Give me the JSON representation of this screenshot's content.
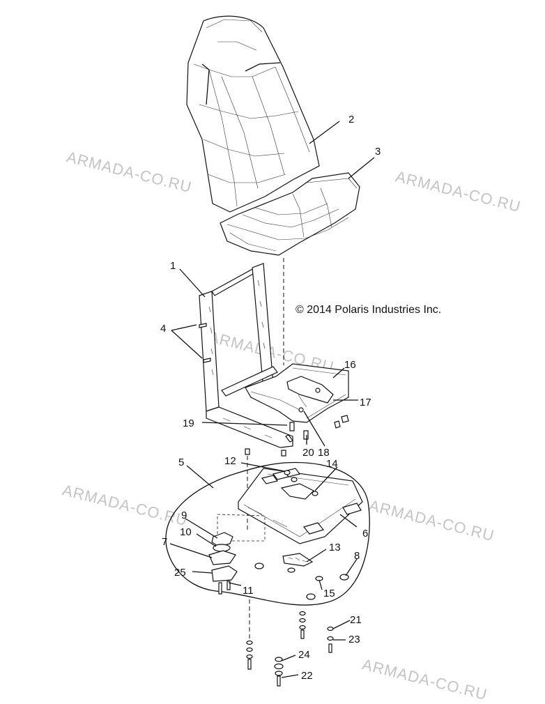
{
  "copyright": "© 2014 Polaris Industries Inc.",
  "watermarks": [
    "ARMADA-CO.RU",
    "ARMADA-CO.RU",
    "ARMADA-CO.RU",
    "ARMADA-CO.RU",
    "ARMADA-CO.RU",
    "ARMADA-CO.RU"
  ],
  "callouts": [
    "1",
    "2",
    "3",
    "4",
    "5",
    "6",
    "7",
    "8",
    "9",
    "10",
    "11",
    "12",
    "13",
    "14",
    "15",
    "16",
    "17",
    "18",
    "19",
    "20",
    "21",
    "22",
    "23",
    "24",
    "25"
  ],
  "colors": {
    "line": "#111111",
    "watermark": "#c4c4c4",
    "background": "#ffffff"
  }
}
